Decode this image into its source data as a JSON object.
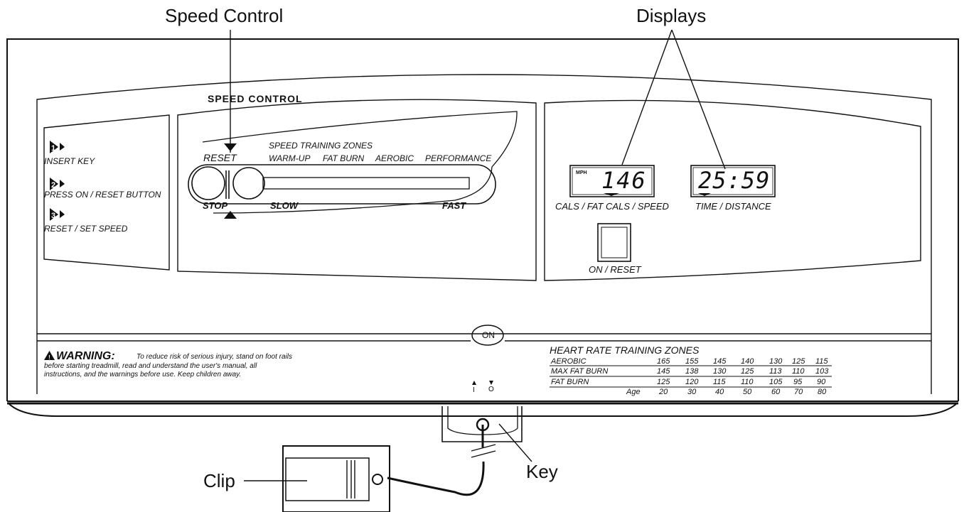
{
  "callouts": {
    "speed_control": "Speed Control",
    "displays": "Displays",
    "clip": "Clip",
    "key": "Key"
  },
  "console": {
    "speed_control_title": "SPEED CONTROL",
    "steps": [
      {
        "number": "1",
        "label": "INSERT KEY"
      },
      {
        "number": "2",
        "label": "PRESS ON / RESET BUTTON"
      },
      {
        "number": "3",
        "label": "RESET / SET SPEED"
      }
    ],
    "speed_panel": {
      "zones_title": "SPEED TRAINING ZONES",
      "reset_label": "RESET",
      "stop_label": "STOP",
      "slow_label": "SLOW",
      "fast_label": "FAST",
      "zones": [
        "WARM-UP",
        "FAT BURN",
        "AEROBIC",
        "PERFORMANCE"
      ]
    },
    "displays": {
      "left": {
        "unit": "MPH",
        "value": "146",
        "label": "CALS / FAT CALS / SPEED"
      },
      "right": {
        "value": "25:59",
        "label": "TIME / DISTANCE"
      },
      "on_reset_label": "ON / RESET"
    },
    "on_indicator": "ON",
    "switch_marks": {
      "on": "I",
      "off": "O"
    },
    "warning": {
      "heading": "WARNING:",
      "line1": "To reduce risk of serious injury, stand on foot rails",
      "line2": "before starting treadmill, read and understand the user's manual, all",
      "line3": "instructions, and the warnings before use.  Keep children away."
    },
    "heart_rate_table": {
      "title": "HEART RATE TRAINING ZONES",
      "rows": [
        {
          "label": "AEROBIC",
          "values": [
            "165",
            "155",
            "145",
            "140",
            "130",
            "125",
            "115"
          ]
        },
        {
          "label": "MAX FAT BURN",
          "values": [
            "145",
            "138",
            "130",
            "125",
            "113",
            "110",
            "103"
          ]
        },
        {
          "label": "FAT BURN",
          "values": [
            "125",
            "120",
            "115",
            "110",
            "105",
            "95",
            "90"
          ]
        }
      ],
      "age_label": "Age",
      "ages": [
        "20",
        "30",
        "40",
        "50",
        "60",
        "70",
        "80"
      ]
    }
  }
}
